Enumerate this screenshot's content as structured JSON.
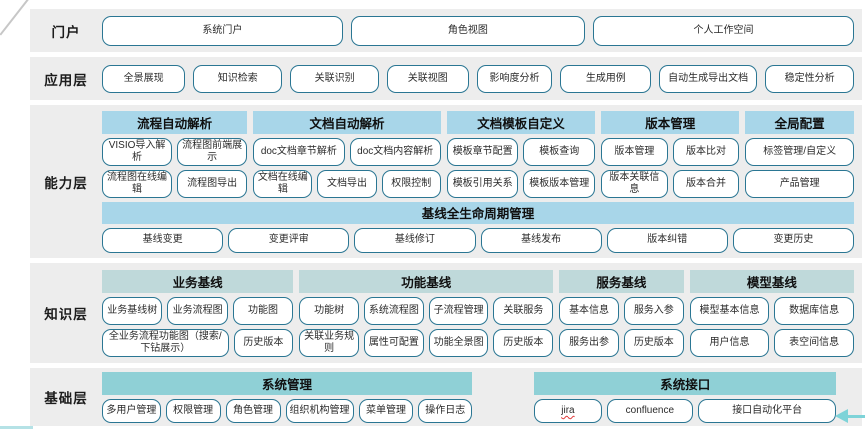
{
  "colors": {
    "band_background": "#ededed",
    "box_border": "#2a7693",
    "capability_header_blue": "#a8d6e9",
    "knowledge_header_teal_gray": "#bfd9da",
    "foundation_header_teal": "#8fd0d6",
    "accent_arrow_teal": "#7ed3d8",
    "misspell_underline_red": "#e03a3a"
  },
  "misspelled_terms": [
    "jira"
  ],
  "layers": [
    {
      "id": "portal",
      "label": "门户",
      "buttons": [
        "系统门户",
        "角色视图",
        "个人工作空间"
      ]
    },
    {
      "id": "application",
      "label": "应用层",
      "buttons": [
        "全景展现",
        "知识检索",
        "关联识别",
        "关联视图",
        "影响度分析",
        "生成用例",
        "自动生成导出文档",
        "稳定性分析"
      ]
    },
    {
      "id": "capability",
      "label": "能力层",
      "groups": [
        {
          "title": "流程自动解析",
          "rows": [
            [
              "VISIO导入解析",
              "流程图前端展示"
            ],
            [
              "流程图在线编辑",
              "流程图导出"
            ]
          ]
        },
        {
          "title": "文档自动解析",
          "rows": [
            [
              "doc文档章节解析",
              "doc文档内容解析"
            ],
            [
              "文档在线编辑",
              "文档导出",
              "权限控制"
            ]
          ]
        },
        {
          "title": "文档模板自定义",
          "rows": [
            [
              "模板章节配置",
              "模板查询"
            ],
            [
              "模板引用关系",
              "模板版本管理"
            ]
          ]
        },
        {
          "title": "版本管理",
          "rows": [
            [
              "版本管理",
              "版本比对"
            ],
            [
              "版本关联信息",
              "版本合并"
            ]
          ]
        },
        {
          "title": "全局配置",
          "rows": [
            [
              "标签管理/自定义"
            ],
            [
              "产品管理"
            ]
          ]
        }
      ],
      "baseline": {
        "title": "基线全生命周期管理",
        "buttons": [
          "基线变更",
          "变更评审",
          "基线修订",
          "基线发布",
          "版本纠错",
          "变更历史"
        ]
      }
    },
    {
      "id": "knowledge",
      "label": "知识层",
      "groups": [
        {
          "title": "业务基线",
          "rows": [
            [
              "业务基线树",
              "业务流程图",
              "功能图"
            ],
            [
              "全业务流程功能图（搜索/下钻展示）",
              "历史版本"
            ]
          ]
        },
        {
          "title": "功能基线",
          "rows": [
            [
              "功能树",
              "系统流程图",
              "子流程管理",
              "关联服务"
            ],
            [
              "关联业务规则",
              "属性可配置",
              "功能全景图",
              "历史版本"
            ]
          ]
        },
        {
          "title": "服务基线",
          "rows": [
            [
              "基本信息",
              "服务入参"
            ],
            [
              "服务出参",
              "历史版本"
            ]
          ]
        },
        {
          "title": "模型基线",
          "rows": [
            [
              "模型基本信息",
              "数据库信息"
            ],
            [
              "用户信息",
              "表空间信息"
            ]
          ]
        }
      ]
    },
    {
      "id": "foundation",
      "label": "基础层",
      "groups": [
        {
          "title": "系统管理",
          "rows": [
            [
              "多用户管理",
              "权限管理",
              "角色管理",
              "组织机构管理",
              "菜单管理",
              "操作日志"
            ]
          ]
        },
        {
          "title": "系统接口",
          "rows": [
            [
              "jira",
              "confluence",
              "接口自动化平台"
            ]
          ]
        }
      ]
    }
  ]
}
